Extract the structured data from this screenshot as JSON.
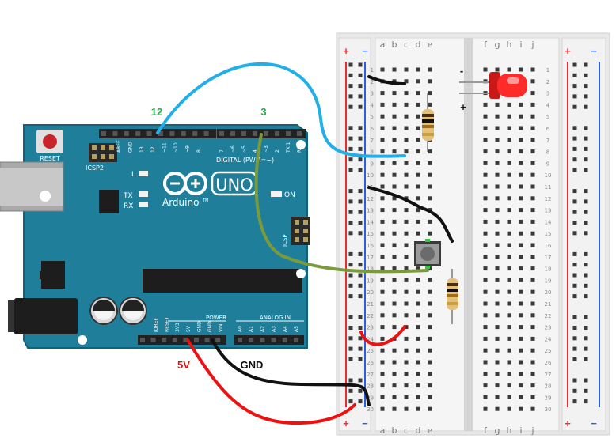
{
  "labels": {
    "pin12": "12",
    "pin3": "3",
    "fiveV": "5V",
    "gnd": "GND",
    "led_minus": "-",
    "led_plus": "+"
  },
  "arduino": {
    "logo_word": "UNO",
    "brand": "Arduino",
    "brand_tm": "TM",
    "reset": "RESET",
    "icsp2": "ICSP2",
    "icsp": "ICSP",
    "digital": "DIGITAL (PWM=~)",
    "power": "POWER",
    "analog_in": "ANALOG IN",
    "led_L": "L",
    "led_TX": "TX",
    "led_RX": "RX",
    "on": "ON",
    "top_pins": [
      "AREF",
      "GND",
      "13",
      "12",
      "~11",
      "~10",
      "~9",
      "8"
    ],
    "top_pins_right": [
      "7",
      "~6",
      "~5",
      "4",
      "~3",
      "2",
      "TX 1",
      "RX 0"
    ],
    "power_pins": [
      "IOREF",
      "RESET",
      "3V3",
      "5V",
      "GND",
      "GND",
      "VIN"
    ],
    "analog_pins": [
      "A0",
      "A1",
      "A2",
      "A3",
      "A4",
      "A5"
    ]
  },
  "breadboard": {
    "left_cols": [
      "a",
      "b",
      "c",
      "d",
      "e"
    ],
    "right_cols": [
      "f",
      "g",
      "h",
      "i",
      "j"
    ],
    "rows": [
      "1",
      "2",
      "3",
      "4",
      "5",
      "6",
      "7",
      "8",
      "9",
      "10",
      "11",
      "12",
      "13",
      "14",
      "15",
      "16",
      "17",
      "18",
      "19",
      "20",
      "21",
      "22",
      "23",
      "24",
      "25",
      "26",
      "27",
      "28",
      "29",
      "30"
    ],
    "rail_plus": "+",
    "rail_minus": "−"
  },
  "colors": {
    "board": "#1f7f9a",
    "wire_blue": "#22aee8",
    "wire_green": "#7a9a3c",
    "wire_red": "#ee1111",
    "wire_black": "#111111",
    "label_green": "#2aa84a",
    "label_red": "#e01010",
    "led": "#ff2a2a"
  }
}
